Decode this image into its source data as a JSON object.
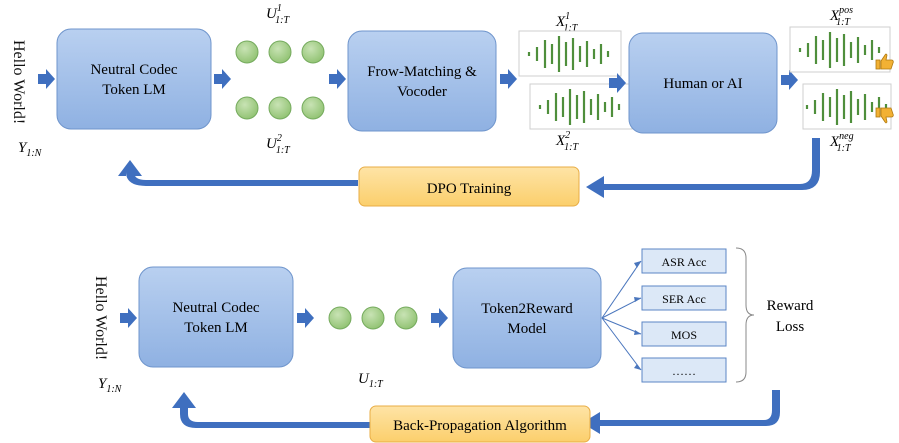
{
  "colors": {
    "box_fill": "#a9c4ea",
    "box_stroke": "#5b86c5",
    "arrow": "#3f6fbf",
    "arrow_dark": "#2f5597",
    "training_fill": "#fdd98a",
    "training_stroke": "#f0b13f",
    "token_fill": "#a8d08d",
    "token_stroke": "#70a85a",
    "wave": "#4f8f3c",
    "reward_box_fill": "#dce8f7",
    "thumb": "#f2b134"
  },
  "top": {
    "input_text": "Hello World!",
    "input_var": "Y",
    "input_var_sub": "1:N",
    "lm_line1": "Neutral Codec",
    "lm_line2": "Token LM",
    "u1_label": "U",
    "u1_sup": "1",
    "u1_sub": "1:T",
    "u2_label": "U",
    "u2_sup": "2",
    "u2_sub": "1:T",
    "vocoder_line1": "Frow-Matching &",
    "vocoder_line2": "Vocoder",
    "x1_label": "X",
    "x1_sup": "1",
    "x1_sub": "1:T",
    "x2_label": "X",
    "x2_sup": "2",
    "x2_sub": "1:T",
    "judge_label": "Human or AI",
    "xpos_label": "X",
    "xpos_sup": "pos",
    "xpos_sub": "1:T",
    "xneg_label": "X",
    "xneg_sup": "neg",
    "xneg_sub": "1:T",
    "thumb_up_icon": "thumbs-up-icon",
    "thumb_down_icon": "thumbs-down-icon",
    "training_label": "DPO Training"
  },
  "bottom": {
    "input_text": "Hello World!",
    "input_var": "Y",
    "input_var_sub": "1:N",
    "lm_line1": "Neutral Codec",
    "lm_line2": "Token LM",
    "u_label": "U",
    "u_sub": "1:T",
    "reward_model_line1": "Token2Reward",
    "reward_model_line2": "Model",
    "rewards": [
      "ASR Acc",
      "SER Acc",
      "MOS",
      "……"
    ],
    "reward_loss_line1": "Reward",
    "reward_loss_line2": "Loss",
    "training_label": "Back-Propagation Algorithm"
  }
}
